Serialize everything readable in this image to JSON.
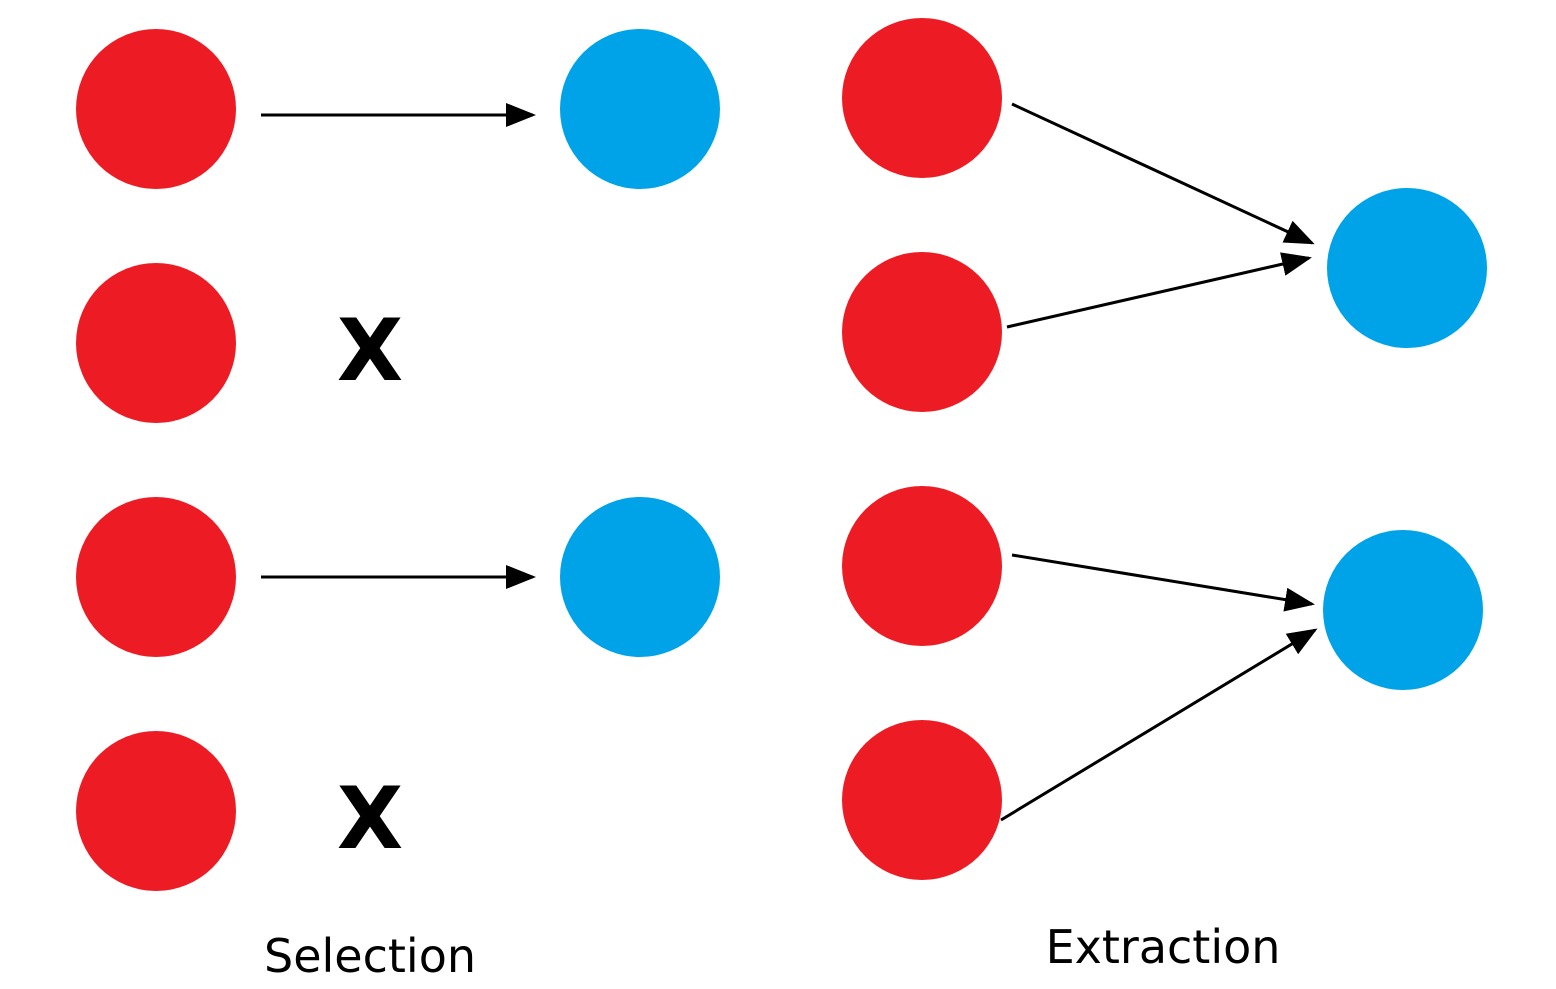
{
  "colors": {
    "input_node": "#ED1C24",
    "output_node": "#00A2E8",
    "arrow": "#000000",
    "background": "#FFFFFF"
  },
  "selection": {
    "caption": "Selection",
    "dropped_marker": "X"
  },
  "extraction": {
    "caption": "Extraction"
  }
}
